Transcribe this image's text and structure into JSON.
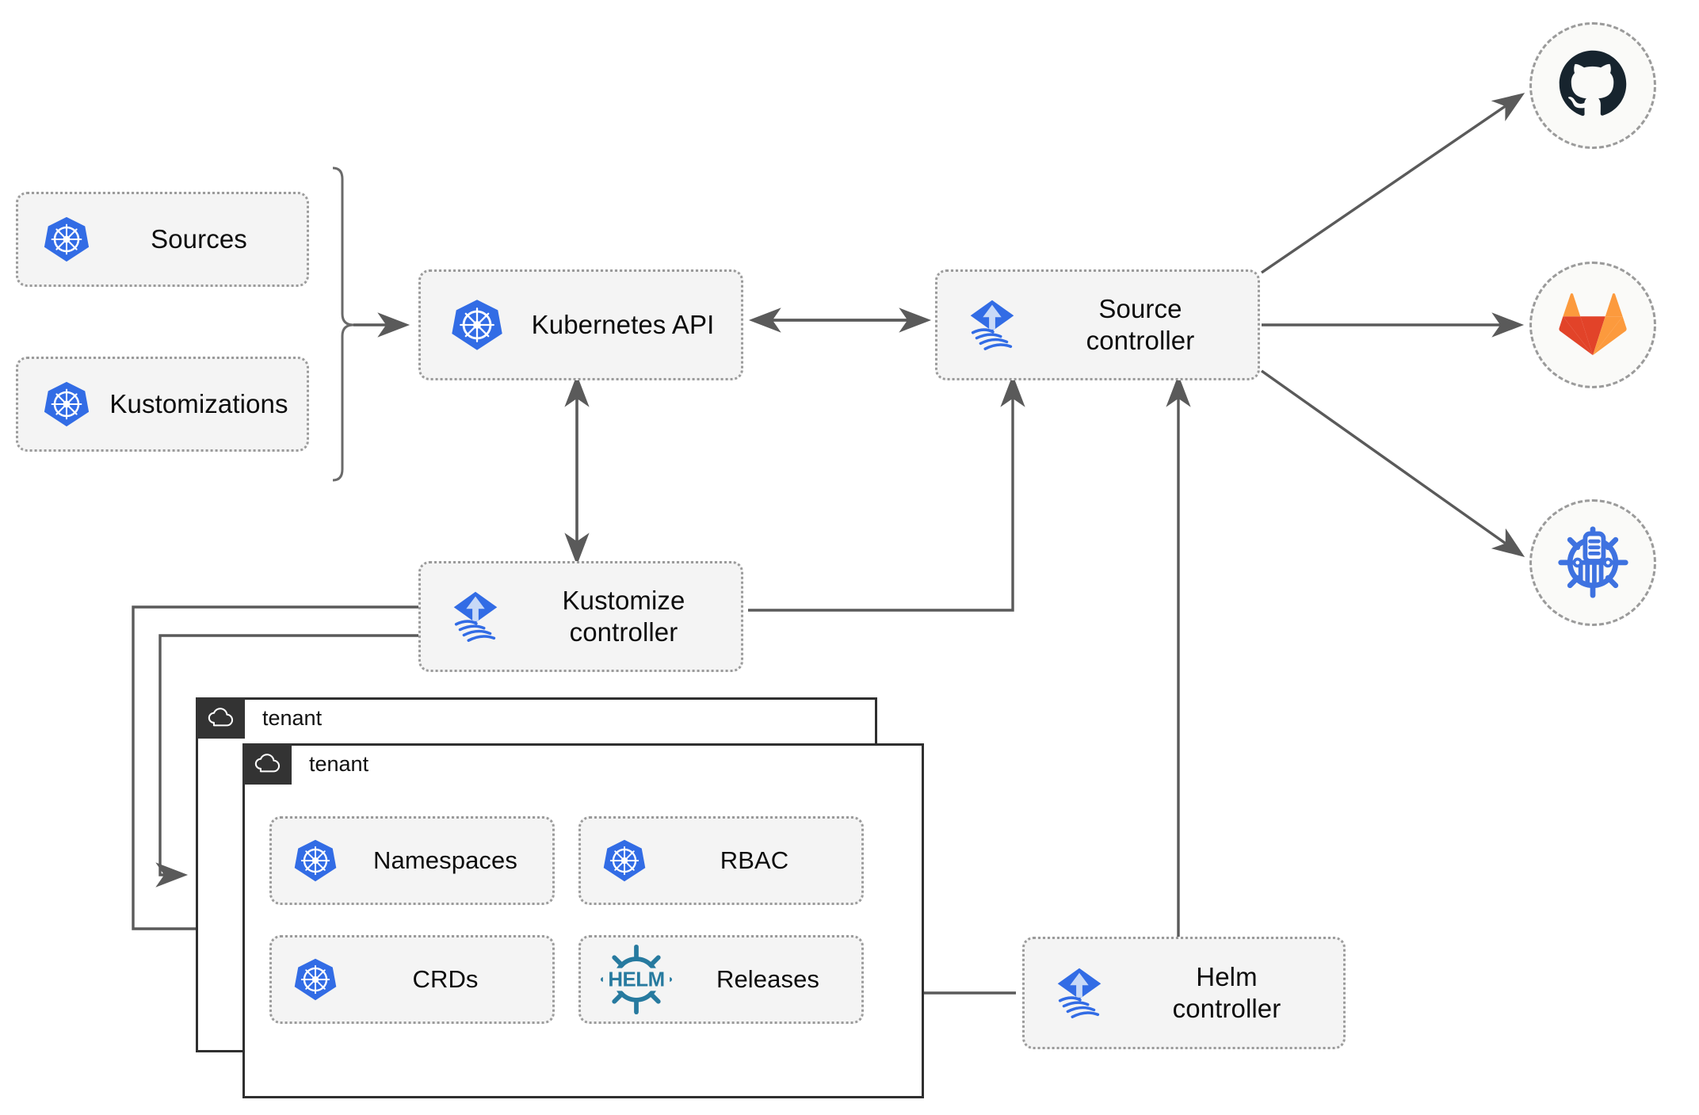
{
  "diagram": {
    "title": "Flux GitOps multi-tenancy architecture",
    "colors": {
      "kubernetes_blue": "#326CE5",
      "flux_blue": "#326CE5",
      "flux_light": "#C8D9F7",
      "helm_teal": "#277A9F",
      "github_navy": "#17242E",
      "gitlab_orange": "#E24329",
      "gitlab_light_orange": "#FC9A3D",
      "oci_blue": "#3E72E0",
      "edge_gray": "#5A5A5A",
      "node_fill": "#F4F4F4",
      "node_border": "#9B9B9B",
      "tenant_border": "#2F2F2F",
      "tenant_tab": "#333333"
    },
    "resources": [
      {
        "id": "sources",
        "label": "Sources",
        "icon": "kubernetes-icon"
      },
      {
        "id": "kustomizations",
        "label": "Kustomizations",
        "icon": "kubernetes-icon"
      }
    ],
    "controllers": [
      {
        "id": "kubernetes-api",
        "label": "Kubernetes API",
        "icon": "kubernetes-icon"
      },
      {
        "id": "source-controller",
        "label": "Source\ncontroller",
        "icon": "flux-icon"
      },
      {
        "id": "kustomize-controller",
        "label": "Kustomize\ncontroller",
        "icon": "flux-icon"
      },
      {
        "id": "helm-controller",
        "label": "Helm\ncontroller",
        "icon": "flux-icon"
      }
    ],
    "external_sources": [
      {
        "id": "github",
        "icon": "github-icon",
        "name": "GitHub"
      },
      {
        "id": "gitlab",
        "icon": "gitlab-icon",
        "name": "GitLab"
      },
      {
        "id": "oci-registry",
        "icon": "helm-repository-icon",
        "name": "Helm repository"
      }
    ],
    "tenants": [
      {
        "id": "tenant-back",
        "label": "tenant",
        "icon": "cloud-icon"
      },
      {
        "id": "tenant-front",
        "label": "tenant",
        "icon": "cloud-icon"
      }
    ],
    "tenant_resources": [
      {
        "id": "namespaces",
        "label": "Namespaces",
        "icon": "kubernetes-icon"
      },
      {
        "id": "rbac",
        "label": "RBAC",
        "icon": "kubernetes-icon"
      },
      {
        "id": "crds",
        "label": "CRDs",
        "icon": "kubernetes-icon"
      },
      {
        "id": "releases",
        "label": "Releases",
        "icon": "helm-icon"
      }
    ],
    "edges": [
      {
        "from": "resources-brace",
        "to": "kubernetes-api",
        "type": "arrow"
      },
      {
        "from": "kubernetes-api",
        "to": "source-controller",
        "type": "bidirectional"
      },
      {
        "from": "kubernetes-api",
        "to": "kustomize-controller",
        "type": "bidirectional"
      },
      {
        "from": "kustomize-controller",
        "to": "source-controller",
        "type": "arrow"
      },
      {
        "from": "helm-controller",
        "to": "source-controller",
        "type": "arrow"
      },
      {
        "from": "source-controller",
        "to": "github",
        "type": "arrow"
      },
      {
        "from": "source-controller",
        "to": "gitlab",
        "type": "arrow"
      },
      {
        "from": "source-controller",
        "to": "oci-registry",
        "type": "arrow"
      },
      {
        "from": "kustomize-controller",
        "to": "tenant-back",
        "type": "arrow"
      },
      {
        "from": "kustomize-controller",
        "to": "tenant-front",
        "type": "arrow"
      },
      {
        "from": "helm-controller",
        "to": "releases",
        "type": "arrow"
      }
    ]
  }
}
